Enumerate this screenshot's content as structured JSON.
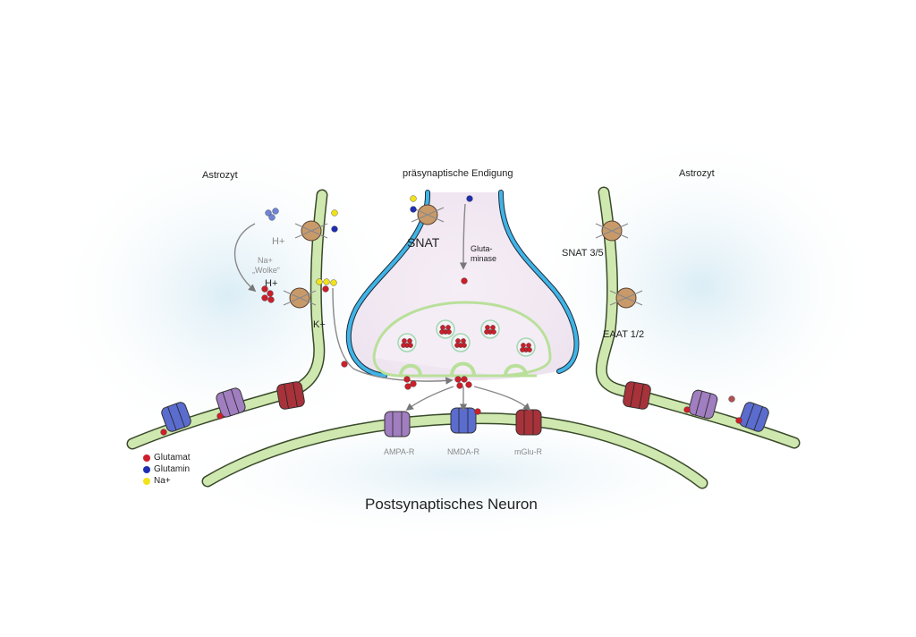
{
  "labels": {
    "astro_left": "Astrozyt",
    "presynaptic": "präsynaptische Endigung",
    "astro_right": "Astrozyt",
    "hplus_1": "H+",
    "na_cloud_line1": "Na+",
    "na_cloud_line2": "„Wolke“",
    "hplus_2": "H+",
    "kplus": "K+",
    "snat": "SNAT",
    "glutaminase_line1": "Gluta-",
    "glutaminase_line2": "minase",
    "snat35": "SNAT 3/5",
    "eaat12": "EAAT 1/2",
    "ampa": "AMPA-R",
    "nmda": "NMDA-R",
    "mglu": "mGlu-R",
    "postsynaptic": "Postsynaptisches Neuron"
  },
  "legend": [
    {
      "label": "Glutamat",
      "color": "#cc1f2a"
    },
    {
      "label": "Glutamin",
      "color": "#1f2fb0"
    },
    {
      "label": "Na+",
      "color": "#f2e21a"
    }
  ],
  "colors": {
    "glutamate": "#cc1f2a",
    "glutamine": "#1f2fb0",
    "sodium": "#f2e21a",
    "membrane_green": "#cfe8b0",
    "membrane_outline": "#3a4a2a",
    "presyn_blue": "#3fb4e6",
    "transporter": "#c89a6a",
    "ampa": "#a07ec0",
    "nmda": "#5b6ccf",
    "mglu": "#a8323a",
    "glow": "#d8ecf5"
  }
}
